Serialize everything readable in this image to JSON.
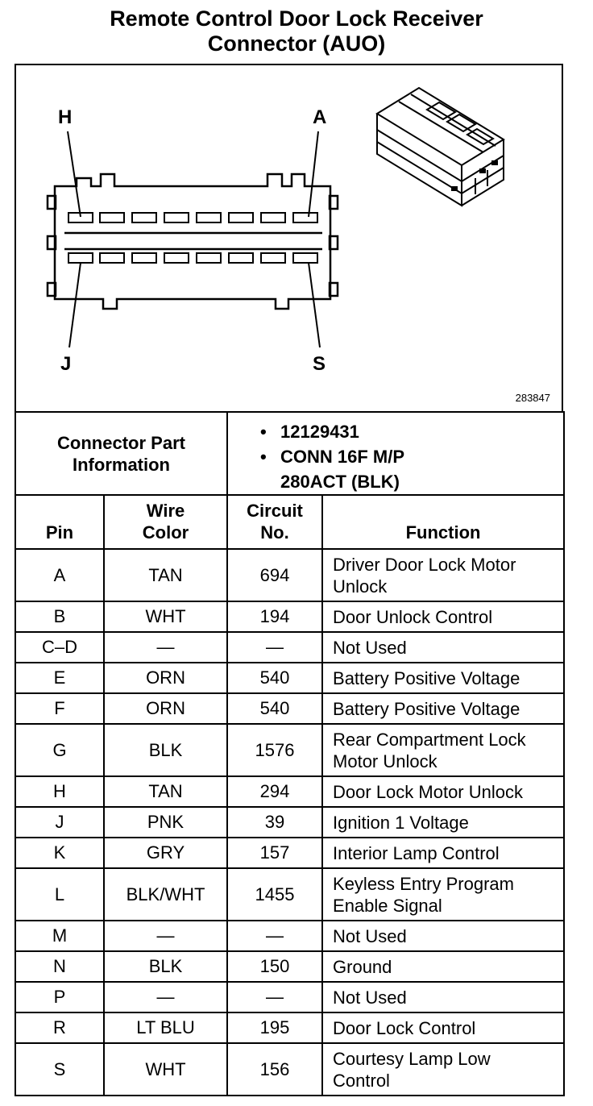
{
  "title_line1": "Remote Control Door Lock Receiver",
  "title_line2": "Connector (AUO)",
  "diagram": {
    "labels": {
      "top_left": "H",
      "top_right": "A",
      "bottom_left": "J",
      "bottom_right": "S"
    },
    "figure_id": "283847"
  },
  "connector": {
    "label_line1": "Connector Part",
    "label_line2": "Information",
    "info": [
      "12129431",
      "CONN 16F M/P",
      "280ACT (BLK)"
    ]
  },
  "headers": {
    "pin": "Pin",
    "wire_line1": "Wire",
    "wire_line2": "Color",
    "circuit_line1": "Circuit",
    "circuit_line2": "No.",
    "function": "Function"
  },
  "rows": [
    {
      "pin": "A",
      "wire": "TAN",
      "circuit": "694",
      "func1": "Driver Door Lock Motor",
      "func2": "Unlock"
    },
    {
      "pin": "B",
      "wire": "WHT",
      "circuit": "194",
      "func1": "Door Unlock Control",
      "func2": ""
    },
    {
      "pin": "C–D",
      "wire": "—",
      "circuit": "—",
      "func1": "Not Used",
      "func2": ""
    },
    {
      "pin": "E",
      "wire": "ORN",
      "circuit": "540",
      "func1": "Battery Positive Voltage",
      "func2": ""
    },
    {
      "pin": "F",
      "wire": "ORN",
      "circuit": "540",
      "func1": "Battery Positive Voltage",
      "func2": ""
    },
    {
      "pin": "G",
      "wire": "BLK",
      "circuit": "1576",
      "func1": "Rear Compartment Lock",
      "func2": "Motor Unlock"
    },
    {
      "pin": "H",
      "wire": "TAN",
      "circuit": "294",
      "func1": "Door Lock Motor Unlock",
      "func2": ""
    },
    {
      "pin": "J",
      "wire": "PNK",
      "circuit": "39",
      "func1": "Ignition 1 Voltage",
      "func2": ""
    },
    {
      "pin": "K",
      "wire": "GRY",
      "circuit": "157",
      "func1": "Interior Lamp Control",
      "func2": ""
    },
    {
      "pin": "L",
      "wire": "BLK/WHT",
      "circuit": "1455",
      "func1": "Keyless Entry Program",
      "func2": "Enable Signal"
    },
    {
      "pin": "M",
      "wire": "—",
      "circuit": "—",
      "func1": "Not Used",
      "func2": ""
    },
    {
      "pin": "N",
      "wire": "BLK",
      "circuit": "150",
      "func1": "Ground",
      "func2": ""
    },
    {
      "pin": "P",
      "wire": "—",
      "circuit": "—",
      "func1": "Not Used",
      "func2": ""
    },
    {
      "pin": "R",
      "wire": "LT BLU",
      "circuit": "195",
      "func1": "Door Lock Control",
      "func2": ""
    },
    {
      "pin": "S",
      "wire": "WHT",
      "circuit": "156",
      "func1": "Courtesy Lamp Low",
      "func2": "Control"
    }
  ]
}
